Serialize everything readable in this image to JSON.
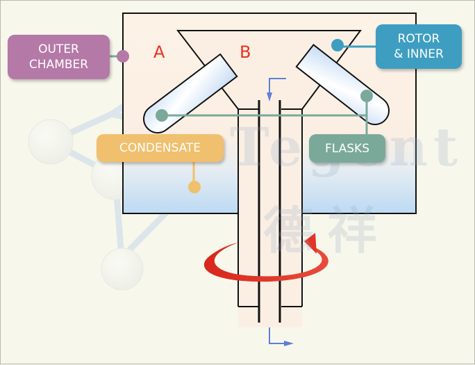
{
  "diagram": {
    "title": "Centrifugal evaporator schematic",
    "labels": {
      "outer_chamber": "OUTER\nCHAMBER",
      "rotor_inner": "ROTOR\n& INNER",
      "condensate": "CONDENSATE",
      "flasks": "FLASKS"
    },
    "markers": {
      "a": "A",
      "b": "B"
    },
    "watermark": {
      "latin": "Tegent",
      "chinese": "德祥"
    },
    "colors": {
      "outer_chamber": "#b579a7",
      "rotor_inner": "#3e9ec1",
      "condensate": "#f0c06e",
      "flasks": "#7aa99a",
      "rotation_arrow": "#e0352a",
      "flow_arrow": "#5b80d8",
      "chamber_fill": "#fdf1e6",
      "chamber_bottom": "#c6dff4",
      "marker_text": "#e8321e"
    }
  }
}
